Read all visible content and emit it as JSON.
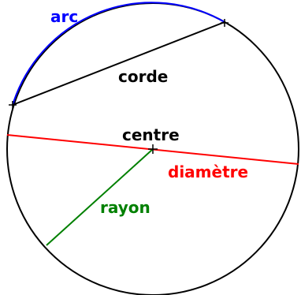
{
  "labels": {
    "arc": "arc",
    "corde": "corde",
    "centre": "centre",
    "diametre": "diamètre",
    "rayon": "rayon"
  },
  "colors": {
    "circle": "#000000",
    "arc": "#0000ff",
    "corde": "#000000",
    "diametre": "#ff0000",
    "rayon": "#008000"
  }
}
